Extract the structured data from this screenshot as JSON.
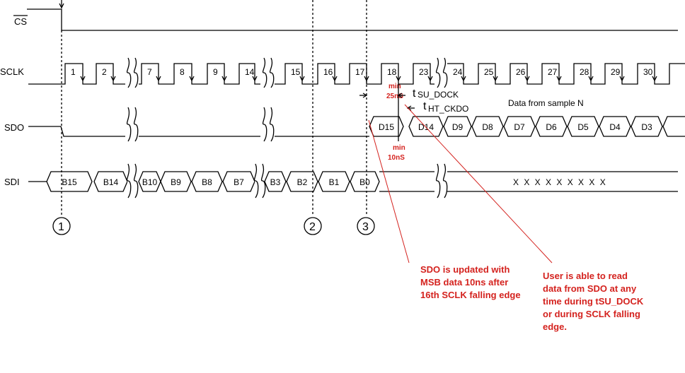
{
  "signals": {
    "cs": "CS",
    "sclk": "SCLK",
    "sdo": "SDO",
    "sdi": "SDI"
  },
  "sclk_pulses": [
    "1",
    "2",
    "7",
    "8",
    "9",
    "14",
    "15",
    "16",
    "17",
    "18",
    "23",
    "24",
    "25",
    "26",
    "27",
    "28",
    "29",
    "30"
  ],
  "sdo_cells": [
    "D15",
    "D14",
    "D9",
    "D8",
    "D7",
    "D6",
    "D5",
    "D4",
    "D3"
  ],
  "sdi_cells": [
    "B15",
    "B14",
    "B10",
    "B9",
    "B8",
    "B7",
    "B3",
    "B2",
    "B1",
    "B0"
  ],
  "sdi_dont_care": "X X X X X X X X X",
  "markers": [
    "1",
    "2",
    "3"
  ],
  "timing": {
    "min_25": [
      "min",
      "25nS"
    ],
    "min_10": [
      "min",
      "10nS"
    ],
    "tsu_t": "t",
    "tsu_sub": "SU_DOCK",
    "tht_t": "t",
    "tht_sub": "HT_CKDO",
    "data_from_sample": "Data from sample N"
  },
  "notes": {
    "sdo_update": [
      "SDO is updated with",
      "MSB data   10ns after",
      "16th SCLK falling edge"
    ],
    "user_read": [
      "User is able to read",
      "data from SDO at any",
      "time during tSU_DOCK",
      "or during SCLK falling",
      "edge."
    ]
  },
  "colors": {
    "annotation": "#d4221e",
    "line": "#000000"
  }
}
